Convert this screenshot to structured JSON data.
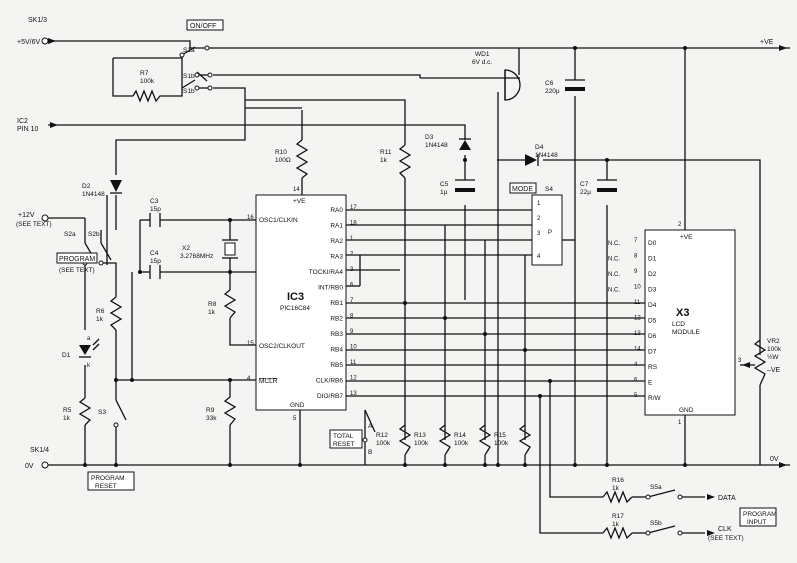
{
  "labels": {
    "sk1_3": "SK1/3",
    "sk1_3_v": "+5V/6V",
    "onoff": "ON/OFF",
    "s1a": "S1a",
    "s1b_top": "S1b",
    "s1b_bot": "S1b",
    "r7": "R7",
    "r7v": "100k",
    "plus_ve_top": "+VE",
    "wd1": "WD1",
    "wd1v": "6V d.c.",
    "c6": "C6",
    "c6v": "220µ",
    "ic2": "IC2",
    "ic2pin": "PIN 10",
    "r10": "R10",
    "r10v": "100Ω",
    "r11": "R11",
    "r11v": "1k",
    "d3": "D3",
    "d3v": "1N4148",
    "d4": "D4",
    "d4v": "1N4148",
    "d2": "D2",
    "d2v": "1N4148",
    "mode": "MODE",
    "s4": "S4",
    "c5": "C5",
    "c5v": "1µ",
    "c7": "C7",
    "c7v": "22µ",
    "plus12": "+12V",
    "see_text": "(SEE TEXT)",
    "s2a": "S2a",
    "s2b": "S2b",
    "program": "PROGRAM",
    "program_see": "(SEE TEXT)",
    "c3": "C3",
    "c3v": "15p",
    "c4": "C4",
    "c4v": "15p",
    "x2": "X2",
    "x2v": "3.2768MHz",
    "r6": "R6",
    "r6v": "1k",
    "r8": "R8",
    "r8v": "1k",
    "d1": "D1",
    "r5": "R5",
    "r5v": "1k",
    "s3": "S3",
    "r9": "R9",
    "r9v": "33k",
    "sk1_4": "SK1/4",
    "sk1_4_v": "0V",
    "program_reset_1": "PROGRAM",
    "program_reset_2": "RESET",
    "ic3": "IC3",
    "ic3v": "PIC16C84",
    "ic3_ve": "+VE",
    "ic3_gnd": "GND",
    "total_reset_1": "TOTAL",
    "total_reset_2": "RESET",
    "r12": "R12",
    "r12v": "100k",
    "r13": "R13",
    "r13v": "100k",
    "r14": "R14",
    "r14v": "100k",
    "r15": "R15",
    "r15v": "100k",
    "x3": "X3",
    "x3v1": "LCD",
    "x3v2": "MODULE",
    "x3_ve": "+VE",
    "x3_gnd": "GND",
    "vr2": "VR2",
    "vr2v": "100k",
    "vr2v2": "½W",
    "minus_ve": "–VE",
    "zero_v": "0V",
    "r16": "R16",
    "r16v": "1k",
    "r17": "R17",
    "r17v": "1k",
    "s5a": "S5a",
    "s5b": "S5b",
    "data": "DATA",
    "clk": "CLK",
    "clk_see": "(SEE TEXT)",
    "program_input_1": "PROGRAM",
    "program_input_2": "INPUT",
    "a": "A",
    "b": "B",
    "k": "k",
    "a2": "a",
    "p": "P"
  },
  "ic3_left_pins": [
    {
      "name": "OSC1/CLKIN",
      "num": "16"
    },
    {
      "name": "OSC2/CLKOUT",
      "num": "15"
    },
    {
      "name": "MCLR",
      "num": "4"
    }
  ],
  "ic3_right_pins": [
    {
      "name": "RA0",
      "num": "17"
    },
    {
      "name": "RA1",
      "num": "18"
    },
    {
      "name": "RA2",
      "num": "1"
    },
    {
      "name": "RA3",
      "num": "2"
    },
    {
      "name": "TOCKI/RA4",
      "num": "3"
    },
    {
      "name": "INT/RB0",
      "num": "6"
    },
    {
      "name": "RB1",
      "num": "7"
    },
    {
      "name": "RB2",
      "num": "8"
    },
    {
      "name": "RB3",
      "num": "9"
    },
    {
      "name": "RB4",
      "num": "10"
    },
    {
      "name": "RB5",
      "num": "11"
    },
    {
      "name": "CLK/RB6",
      "num": "12"
    },
    {
      "name": "DIO/RB7",
      "num": "13"
    }
  ],
  "ic3_pin14": "14",
  "ic3_pin5": "5",
  "x3_pins": [
    {
      "name": "D0",
      "num": "7",
      "nc": "N.C."
    },
    {
      "name": "D1",
      "num": "8",
      "nc": "N.C."
    },
    {
      "name": "D2",
      "num": "9",
      "nc": "N.C."
    },
    {
      "name": "D3",
      "num": "10",
      "nc": "N.C."
    },
    {
      "name": "D4",
      "num": "11",
      "nc": ""
    },
    {
      "name": "D5",
      "num": "12",
      "nc": ""
    },
    {
      "name": "D6",
      "num": "13",
      "nc": ""
    },
    {
      "name": "D7",
      "num": "14",
      "nc": ""
    },
    {
      "name": "RS",
      "num": "4",
      "nc": ""
    },
    {
      "name": "E",
      "num": "6",
      "nc": ""
    },
    {
      "name": "R/W",
      "num": "5",
      "nc": ""
    }
  ],
  "x3_pin_ve": "2",
  "x3_pin_gnd": "1",
  "x3_pin_vr": "3",
  "s4_pins": [
    "1",
    "2",
    "3",
    "P",
    "4"
  ]
}
